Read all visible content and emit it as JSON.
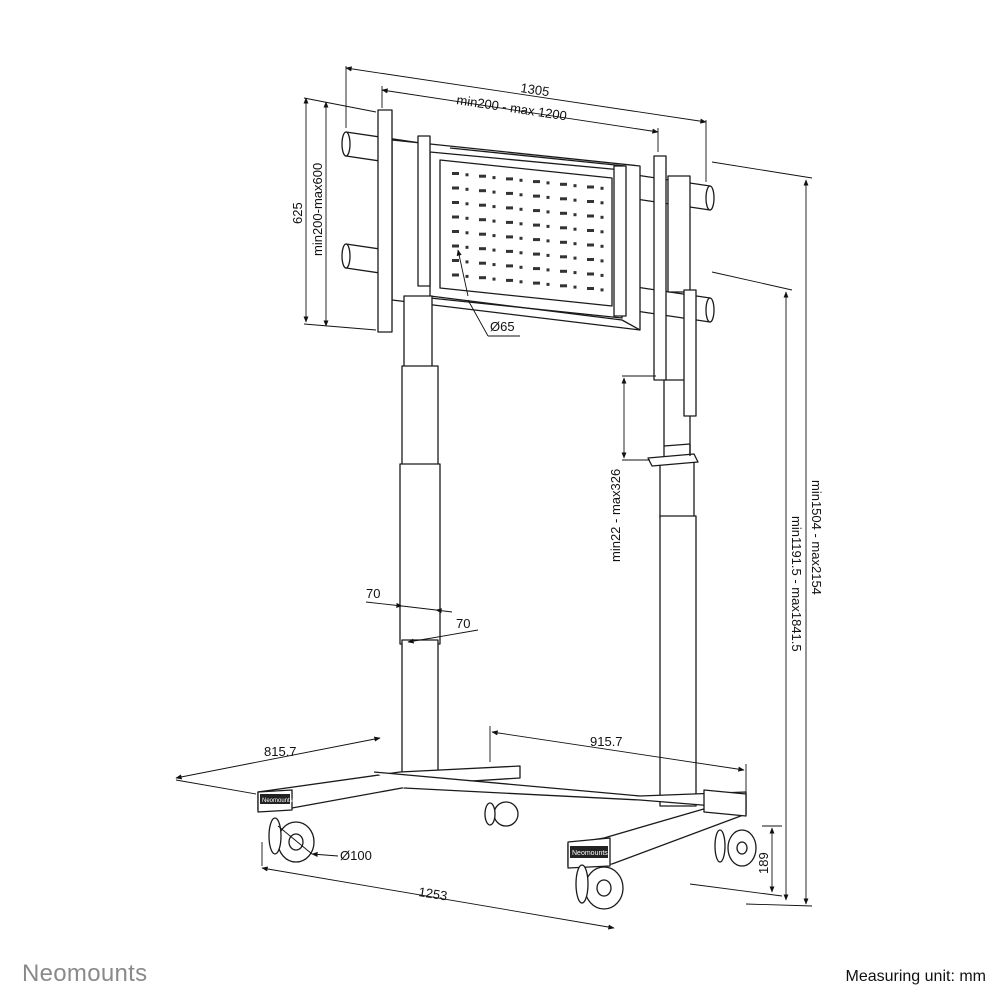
{
  "brand": "Neomounts",
  "measuring_unit": "Measuring unit: mm",
  "dimensions": {
    "total_width": "1305",
    "vesa_width": "min200 - max 1200",
    "vesa_height": "min200-max600",
    "plate_height": "625",
    "cable_hole": "Ø65",
    "shelf_range": "min22 - max326",
    "column_width_a": "70",
    "column_width_b": "70",
    "base_depth": "815.7",
    "leg_spacing": "915.7",
    "wheel_diameter": "Ø100",
    "base_width": "1253",
    "base_height": "189",
    "overall_height": "min1504 - max2154",
    "mount_height": "min1191.5 - max1841.5"
  },
  "base_labels": {
    "left_foot": "Neomounts",
    "right_foot": "Neomounts"
  }
}
